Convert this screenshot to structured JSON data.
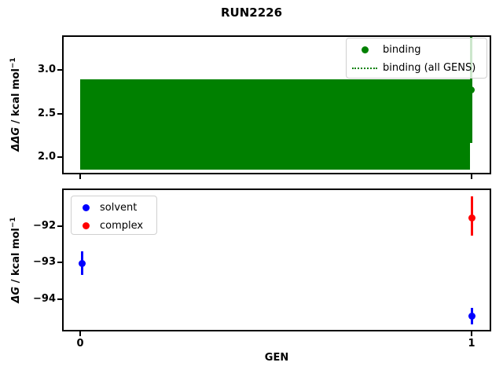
{
  "figure": {
    "title": "RUN2226",
    "background": "#ffffff",
    "colors": {
      "binding": "#008000",
      "solvent": "#0000ff",
      "complex": "#ff0000",
      "axis": "#000000",
      "legend_border": "#d0d0d0"
    }
  },
  "top_plot": {
    "ylabel": {
      "math": "ΔΔG",
      "rest": " / kcal mol",
      "sup": "−1"
    },
    "yticks": [
      "3.0",
      "2.5",
      "2.0"
    ],
    "legend": [
      {
        "label": "binding",
        "marker": "green-dot"
      },
      {
        "label": "binding (all GENS)",
        "marker": "green-dotted-line"
      }
    ]
  },
  "bottom_plot": {
    "xlabel": "GEN",
    "ylabel": {
      "math": "ΔG",
      "rest": " / kcal mol",
      "sup": "−1"
    },
    "yticks": [
      "−92",
      "−93",
      "−94"
    ],
    "xticks": [
      "0",
      "1"
    ],
    "legend": [
      {
        "label": "solvent",
        "marker": "blue-dot"
      },
      {
        "label": "complex",
        "marker": "red-dot"
      }
    ]
  },
  "chart_data": [
    {
      "type": "scatter",
      "subplot": "top",
      "title": "RUN2226",
      "ylabel": "ΔΔG / kcal mol⁻¹",
      "xlabel": "",
      "ylim": [
        1.8,
        3.4
      ],
      "yticks": [
        2.0,
        2.5,
        3.0
      ],
      "xlim": [
        -0.05,
        1.05
      ],
      "grid": false,
      "legend_position": "upper right",
      "series": [
        {
          "name": "binding",
          "color": "#008000",
          "style": "points with error bars",
          "x": [
            1
          ],
          "y": [
            2.77
          ],
          "yerr": [
            0.65
          ],
          "note": "upper error bar extends above band and is clipped at top of axes; lower portion hidden inside band"
        },
        {
          "name": "binding (all GENS)",
          "color": "#008000",
          "style": "dotted horizontal mean line with opaque error band",
          "mean": 2.37,
          "band_low": 1.86,
          "band_high": 2.89,
          "band_x_range": [
            0,
            1
          ]
        }
      ]
    },
    {
      "type": "scatter",
      "subplot": "bottom",
      "title": "",
      "xlabel": "GEN",
      "ylabel": "ΔG / kcal mol⁻¹",
      "xticks": [
        0,
        1
      ],
      "yticks": [
        -92,
        -93,
        -94
      ],
      "ylim": [
        -94.9,
        -91.0
      ],
      "xlim": [
        -0.05,
        1.05
      ],
      "grid": false,
      "legend_position": "upper left",
      "series": [
        {
          "name": "solvent",
          "color": "#0000ff",
          "style": "points with error bars",
          "x": [
            0,
            1
          ],
          "y": [
            -93.0,
            -94.45
          ],
          "yerr": [
            0.32,
            0.22
          ]
        },
        {
          "name": "complex",
          "color": "#ff0000",
          "style": "points with error bars",
          "x": [
            1
          ],
          "y": [
            -91.76
          ],
          "yerr": [
            0.53
          ]
        }
      ]
    }
  ]
}
